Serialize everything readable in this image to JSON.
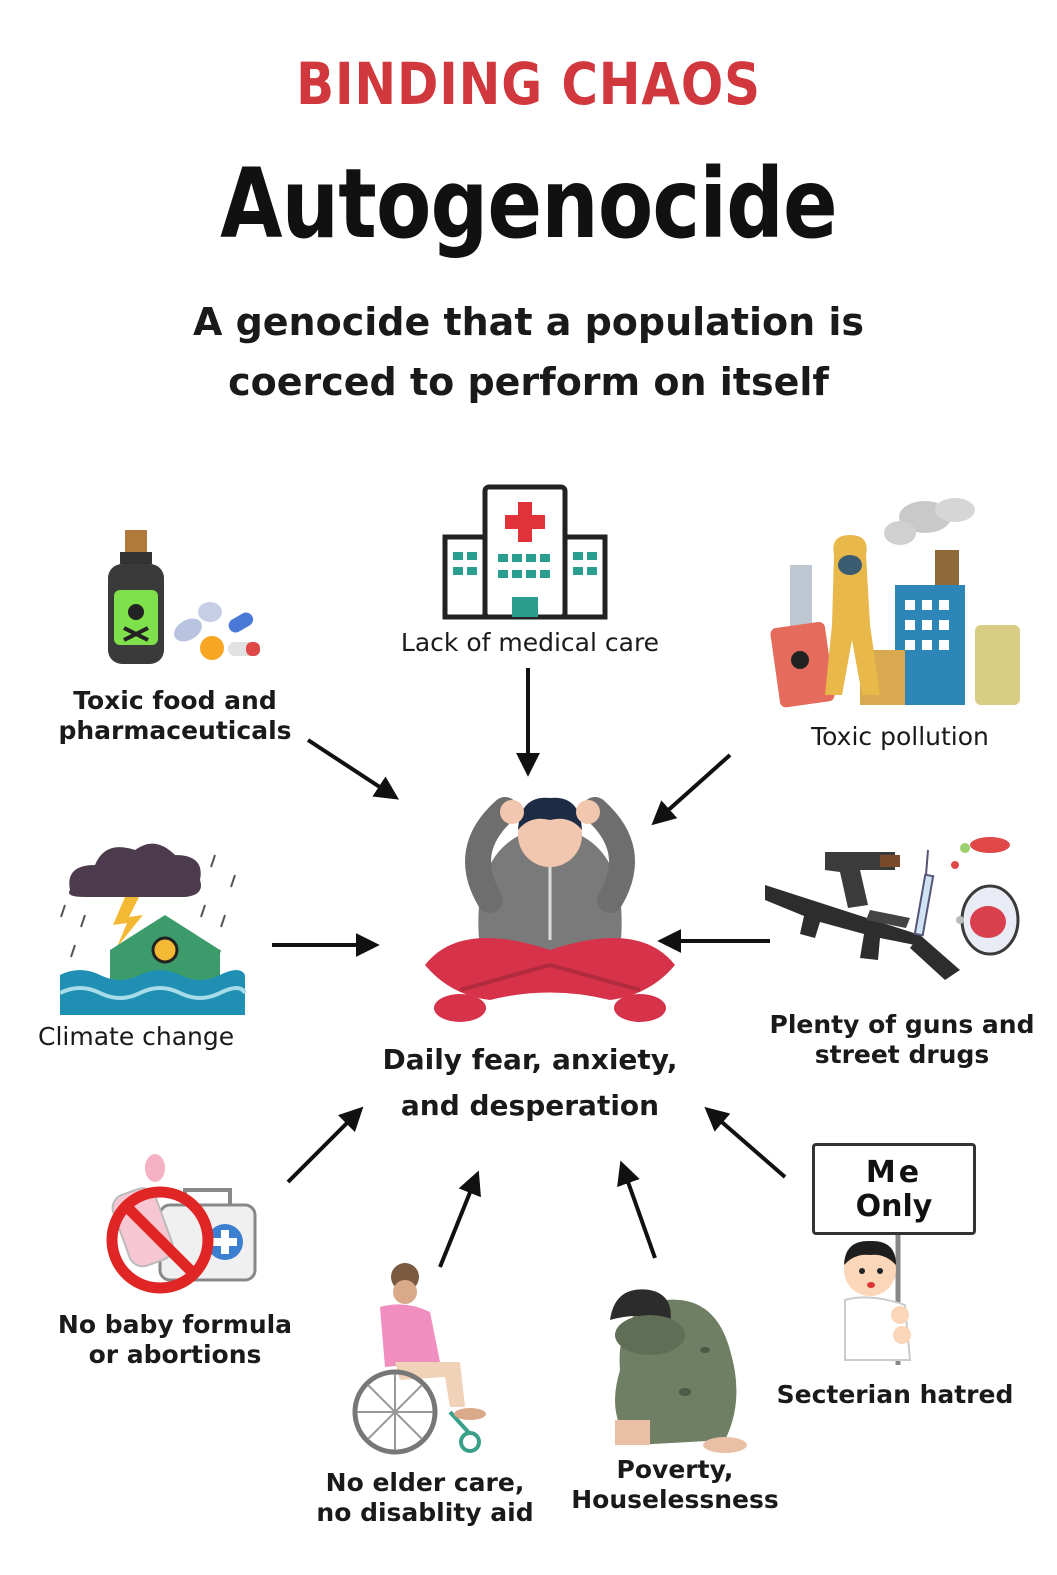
{
  "header": {
    "brand": "BINDING CHAOS",
    "title": "Autogenocide",
    "subtitle_line1": "A genocide that a population is",
    "subtitle_line2": "coerced to perform on itself"
  },
  "center": {
    "label_line1": "Daily fear, anxiety,",
    "label_line2": "and desperation"
  },
  "causes": {
    "toxic_food": {
      "line1": "Toxic food and",
      "line2": "pharmaceuticals"
    },
    "medical": {
      "line1": "Lack of medical care"
    },
    "pollution": {
      "line1": "Toxic pollution"
    },
    "climate": {
      "line1": "Climate change"
    },
    "guns": {
      "line1": "Plenty of guns and",
      "line2": "street drugs"
    },
    "baby": {
      "line1": "No baby formula",
      "line2": "or abortions"
    },
    "elder": {
      "line1": "No elder care,",
      "line2": "no disablity aid"
    },
    "poverty": {
      "line1": "Poverty,",
      "line2": "Houselessness"
    },
    "sectarian": {
      "line1": "Secterian hatred",
      "sign_line1": "Me",
      "sign_line2": "Only"
    }
  },
  "colors": {
    "brand_red": "#d1383e",
    "text": "#111111",
    "arrow": "#111111"
  }
}
